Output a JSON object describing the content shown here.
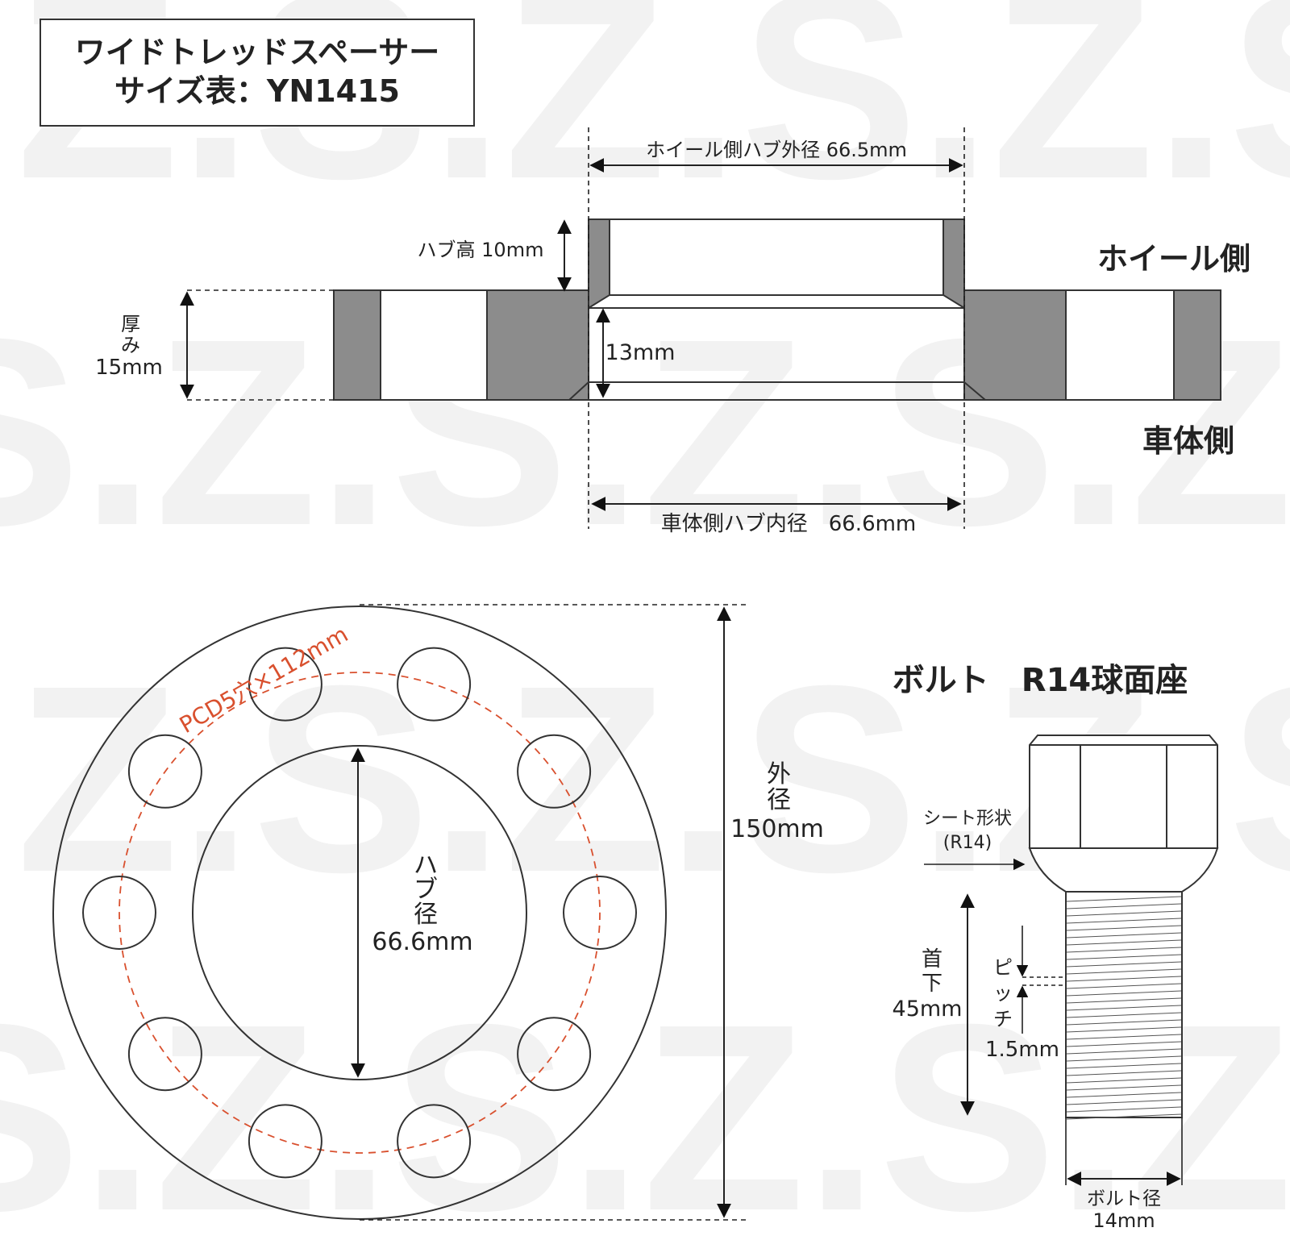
{
  "title": {
    "line1": "ワイドトレッドスペーサー",
    "line2": "サイズ表：YN1415"
  },
  "side_view": {
    "wheel_side_hub_od": "ホイール側ハブ外径 66.5mm",
    "hub_height": "ハブ高 10mm",
    "thickness_l1": "厚",
    "thickness_l2": "み",
    "thickness_l3": "15mm",
    "inner_depth": "13mm",
    "wheel_side": "ホイール側",
    "body_side": "車体側",
    "body_side_hub_id": "車体側ハブ内径　66.6mm"
  },
  "front_view": {
    "pcd": "PCD5穴×112mm",
    "hub_l1": "ハ",
    "hub_l2": "ブ",
    "hub_l3": "径",
    "hub_l4": "66.6mm",
    "outer_l1": "外",
    "outer_l2": "径",
    "outer_l3": "150mm",
    "hole_count": 10
  },
  "bolt": {
    "title": "ボルト　R14球面座",
    "seat_l1": "シート形状",
    "seat_l2": "(R14)",
    "neck_l1": "首",
    "neck_l2": "下",
    "neck_l3": "45mm",
    "pitch_l1": "ピ",
    "pitch_l2": "ッ",
    "pitch_l3": "チ",
    "pitch_l4": "1.5mm",
    "dia_l1": "ボルト径",
    "dia_l2": "14mm"
  },
  "colors": {
    "fill_gray": "#8c8c8c",
    "pcd_red": "#d9502e",
    "watermark": "#f0f0f0"
  }
}
